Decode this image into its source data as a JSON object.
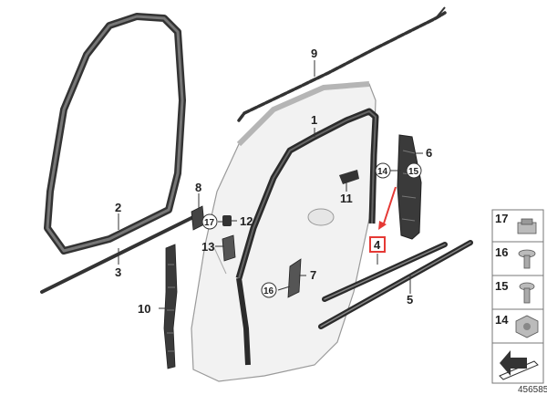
{
  "diagram": {
    "callouts": {
      "c1": "1",
      "c2": "2",
      "c3": "3",
      "c4": "4",
      "c5": "5",
      "c6": "6",
      "c7": "7",
      "c8": "8",
      "c9": "9",
      "c10": "10",
      "c11": "11",
      "c12": "12",
      "c13": "13",
      "c14": "14",
      "c15": "15",
      "c16": "16",
      "c17": "17"
    },
    "legend": {
      "items": [
        "17",
        "16",
        "15",
        "14"
      ]
    },
    "reference_number": "456585",
    "colors": {
      "highlight": "#e53935",
      "part_dark": "#2b2b2b",
      "door_fill": "#f2f2f2",
      "outline": "#9a9a9a"
    }
  }
}
